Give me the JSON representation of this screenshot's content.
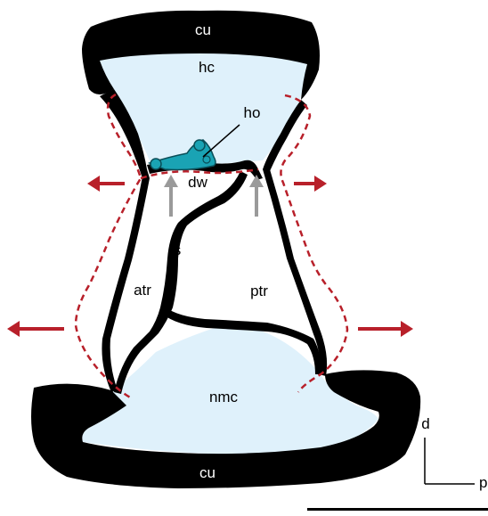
{
  "labels": {
    "cu_top": "cu",
    "hc": "hc",
    "ho": "ho",
    "dw": "dw",
    "s": "s",
    "atr": "atr",
    "ptr": "ptr",
    "nmc": "nmc",
    "cu_bottom": "cu"
  },
  "axes": {
    "dorsal": "d",
    "posterior": "p"
  },
  "colors": {
    "cuticle": "#000000",
    "chamber_fill": "#dff1fb",
    "ho_fill": "#1aa3b4",
    "dashed_outline": "#b8202a",
    "expansion_arrow": "#b8202a",
    "inward_arrow": "#9a9a9a"
  }
}
